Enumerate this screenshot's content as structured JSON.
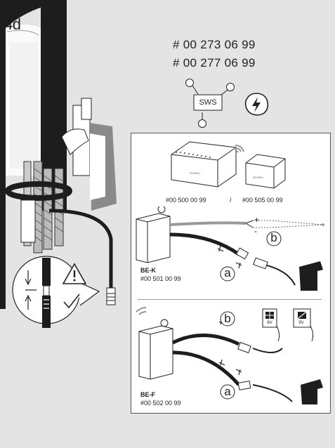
{
  "step_label": "4d",
  "order_codes": [
    "# 00 273 06 99",
    "# 00 277 06 99"
  ],
  "sws_label": "SWS",
  "modules": {
    "left_article": "#00 500 00 99",
    "separator": "/",
    "right_article": "#00 505 00 99"
  },
  "be_k": {
    "name": "BE-K",
    "article": "#00 501 00 99",
    "plus": "+",
    "minus": "-",
    "label_a": "a",
    "label_b": "b"
  },
  "be_f": {
    "name": "BE-F",
    "article": "#00 502 00 99",
    "label_a": "a",
    "label_b": "b",
    "battery_6v": "6V",
    "battery_9v": "9V"
  },
  "colors": {
    "background": "#e4e4e5",
    "panel": "#ffffff",
    "line": "#222222"
  },
  "icons": [
    "power-warning-icon",
    "warning-triangle-icon",
    "checkmark-icon",
    "wireless-icon"
  ]
}
